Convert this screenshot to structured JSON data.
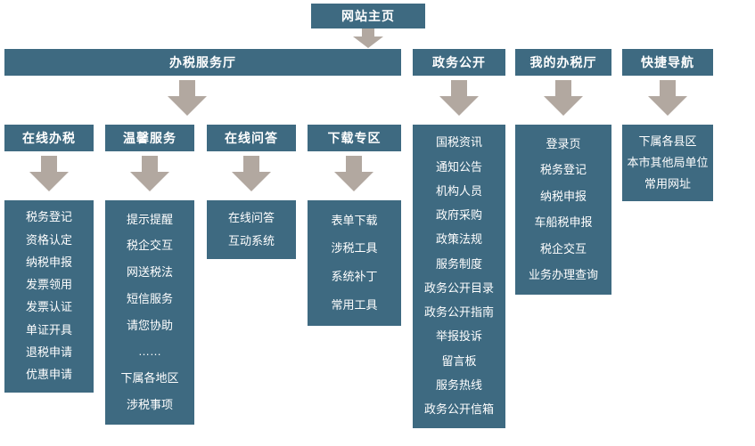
{
  "colors": {
    "box": "#3e6a81",
    "arrow": "#b2a8a0",
    "text": "#ffffff",
    "bg": "#ffffff"
  },
  "home": {
    "label": "网站主页"
  },
  "sections": [
    {
      "label": "办税服务厅",
      "children": [
        {
          "label": "在线办税",
          "items": [
            "税务登记",
            "资格认定",
            "纳税申报",
            "发票领用",
            "发票认证",
            "单证开具",
            "退税申请",
            "优惠申请"
          ]
        },
        {
          "label": "温馨服务",
          "items": [
            "提示提醒",
            "税企交互",
            "网送税法",
            "短信服务",
            "请您协助",
            "……",
            "下属各地区",
            "涉税事项"
          ]
        },
        {
          "label": "在线问答",
          "items": [
            "在线问答",
            "互动系统"
          ]
        },
        {
          "label": "下载专区",
          "items": [
            "表单下载",
            "涉税工具",
            "系统补丁",
            "常用工具"
          ]
        }
      ]
    },
    {
      "label": "政务公开",
      "items": [
        "国税资讯",
        "通知公告",
        "机构人员",
        "政府采购",
        "政策法规",
        "服务制度",
        "政务公开目录",
        "政务公开指南",
        "举报投诉",
        "留言板",
        "服务热线",
        "政务公开信箱"
      ]
    },
    {
      "label": "我的办税厅",
      "items": [
        "登录页",
        "税务登记",
        "纳税申报",
        "车船税申报",
        "税企交互",
        "业务办理查询"
      ]
    },
    {
      "label": "快捷导航",
      "items": [
        "下属各县区",
        "本市其他局单位",
        "常用网址"
      ]
    }
  ]
}
